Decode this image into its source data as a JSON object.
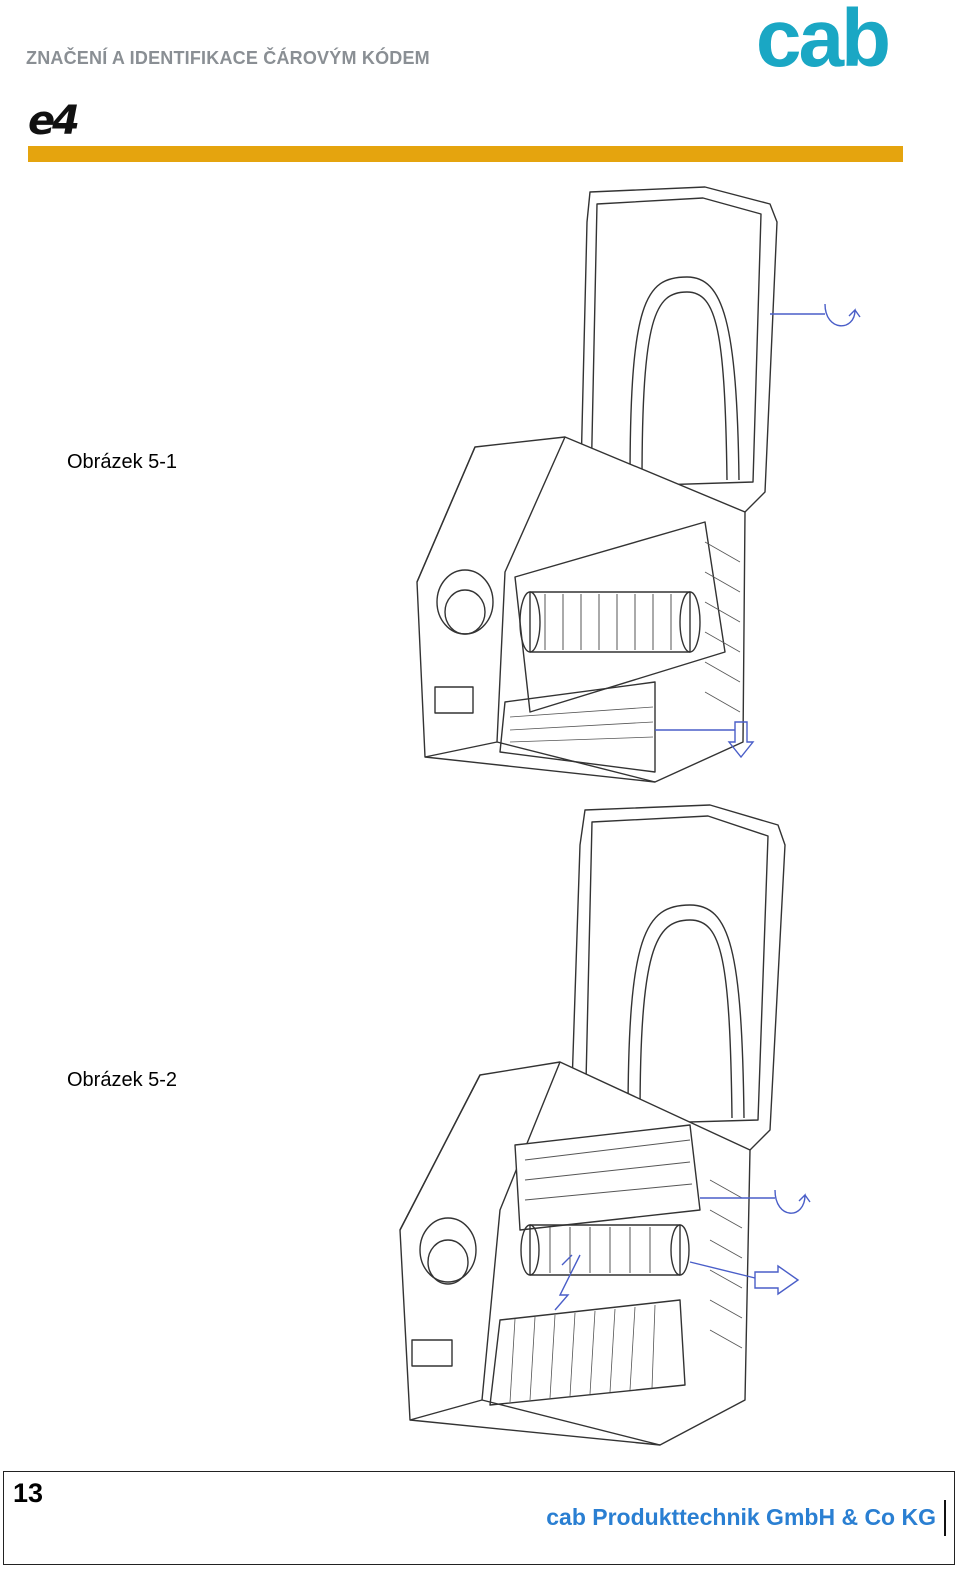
{
  "header": {
    "title": "ZNAČENÍ A IDENTIFIKACE ČÁROVÝM KÓDEM",
    "logo_text": "cab",
    "model_text": "e4"
  },
  "colors": {
    "accent_bar": "#e5a40e",
    "brand": "#1aa7c4",
    "company_text": "#2a7fd2",
    "header_text": "#8a8f94",
    "arrow": "#4a5ec8"
  },
  "figures": [
    {
      "caption": "Obrázek 5-1"
    },
    {
      "caption": "Obrázek 5-2"
    }
  ],
  "footer": {
    "page_number": "13",
    "company": "cab Produkttechnik GmbH & Co KG"
  }
}
